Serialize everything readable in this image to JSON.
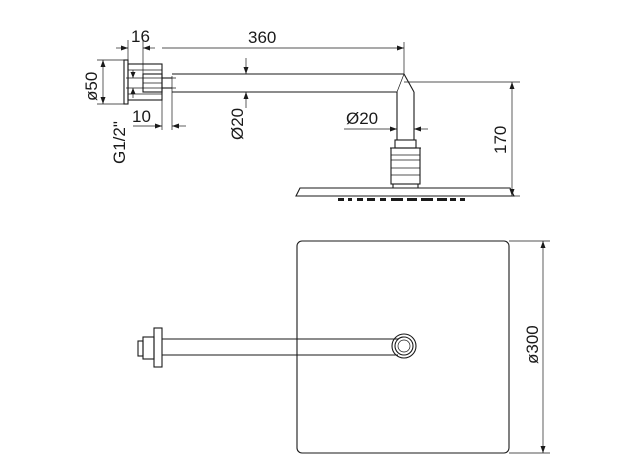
{
  "dimensions": {
    "flange_depth": "16",
    "arm_length": "360",
    "flange_diameter": "ø50",
    "thread": "G1/2\"",
    "wall_offset": "10",
    "arm_diameter": "Ø20",
    "drop_diameter": "Ø20",
    "height": "170",
    "head_size": "ø300"
  }
}
